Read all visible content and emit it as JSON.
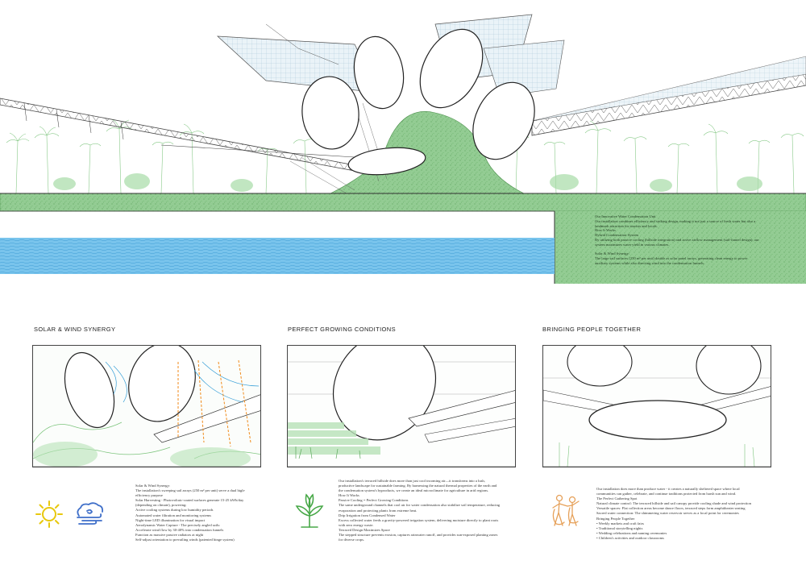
{
  "hero": {
    "lines": [
      "Our Innovative Water Condensation Unit",
      "Our installation combines efficiency and striking design, making it not just a source of fresh water but also a",
      "landmark attraction for tourists and locals.",
      "How It Works",
      "Hybrid Condensation System",
      "By utilizing both passive cooling (hillside integration) and active airflow management (sail-funnel design), our",
      "system maximizes water yield in various climates.",
      "",
      "Solar & Wind Synergy:",
      "The large sail surfaces (250 m² per unit) double as solar panel arrays, generating clean energy to power",
      "auxiliary systems while also directing wind into the condensation funnels."
    ]
  },
  "panels": [
    {
      "title": "SOLAR & WIND SYNERGY",
      "lines": [
        "Solar & Wind Synergy:",
        "The installation's sweeping sail arrays (250 m² per unit) serve a dual high-",
        "efficiency purpose",
        "Solar Harvesting - Photovoltaic-coated surfaces generate 15-25 kWh/day",
        "(depending on climate), powering:",
        "Active cooling systems during low humidity periods",
        "Automated water filtration and monitoring systems",
        "Night-time LED illumination for visual impact",
        "Aerodynamic Water Capture - The precisely angled sails:",
        "Accelerate wind flow by 30-40% into condensation funnels",
        "Function as massive passive radiators at night",
        "Self-adjust orientation to prevailing winds (patented hinge system)"
      ]
    },
    {
      "title": "PERFECT GROWING CONDITIONS",
      "lines": [
        "Our installation's terraced hillside does more than just cool incoming air—it transforms into a lush,",
        "productive landscape for sustainable farming. By harnessing the natural thermal properties of the earth and",
        "the condensation system's byproducts, we create an ideal microclimate for agriculture in arid regions.",
        "How It Works",
        "Passive Cooling = Perfect Growing Conditions",
        "The same underground channels that cool air for water condensation also stabilize soil temperature, reducing",
        "evaporation and protecting plants from extreme heat.",
        "Drip Irrigation from Condensed Water",
        "Excess collected water feeds a gravity-powered irrigation system, delivering moisture directly to plant roots",
        "with zero energy waste.",
        "Terraced Design Maximizes Space",
        "The stepped structure prevents erosion, captures rainwater runoff, and provides sun-exposed planting zones",
        "for diverse crops."
      ]
    },
    {
      "title": "BRINGING PEOPLE TOGETHER",
      "lines": [
        "Our installation does more than produce water - it creates a naturally sheltered space where local",
        "communities can gather, celebrate, and continue traditions protected from harsh sun and wind.",
        "The Perfect Gathering Spot",
        "Natural climate control: The terraced hillside and sail canopy provide cooling shade and wind protection",
        "Versatile spaces: Flat collection areas become dance floors, terraced steps form amphitheater seating",
        "Sacred water connection: The shimmering water reservoir serves as a focal point for ceremonies",
        "Bringing People Together",
        "• Weekly markets and craft fairs",
        "• Traditional storytelling nights",
        "• Wedding celebrations and naming ceremonies",
        "• Children's activities and outdoor classrooms"
      ]
    }
  ],
  "colors": {
    "grass": "#8fc98f",
    "grass_dark": "#6fb06f",
    "water": "#6bbbe8",
    "trees": "#8bd08b",
    "sun": "#f2d21a",
    "cloud": "#3f6fc9",
    "plant": "#48a848",
    "people": "#e6a15a"
  },
  "icons": [
    "sun-icon",
    "wind-cloud-icon",
    "plant-icon",
    "people-icon"
  ]
}
